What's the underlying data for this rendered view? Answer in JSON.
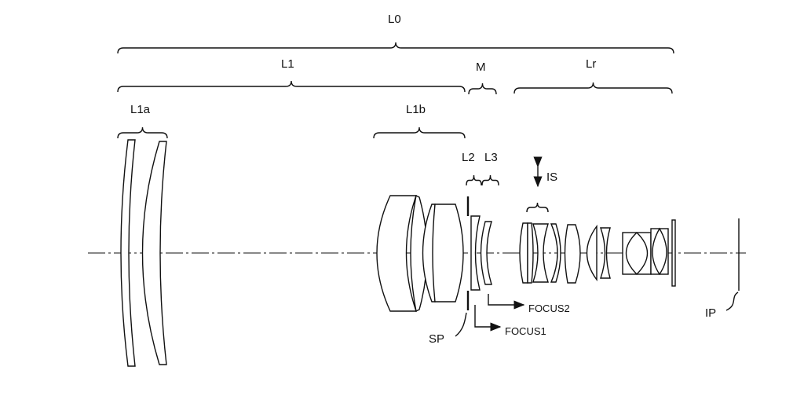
{
  "labels": {
    "L0": "L0",
    "L1": "L1",
    "M": "M",
    "Lr": "Lr",
    "L1a": "L1a",
    "L1b": "L1b",
    "L2": "L2",
    "L3": "L3",
    "IS": "IS",
    "SP": "SP",
    "IP": "IP",
    "FOCUS1": "FOCUS1",
    "FOCUS2": "FOCUS2"
  },
  "colors": {
    "ink": "#111111",
    "background": "#ffffff"
  }
}
